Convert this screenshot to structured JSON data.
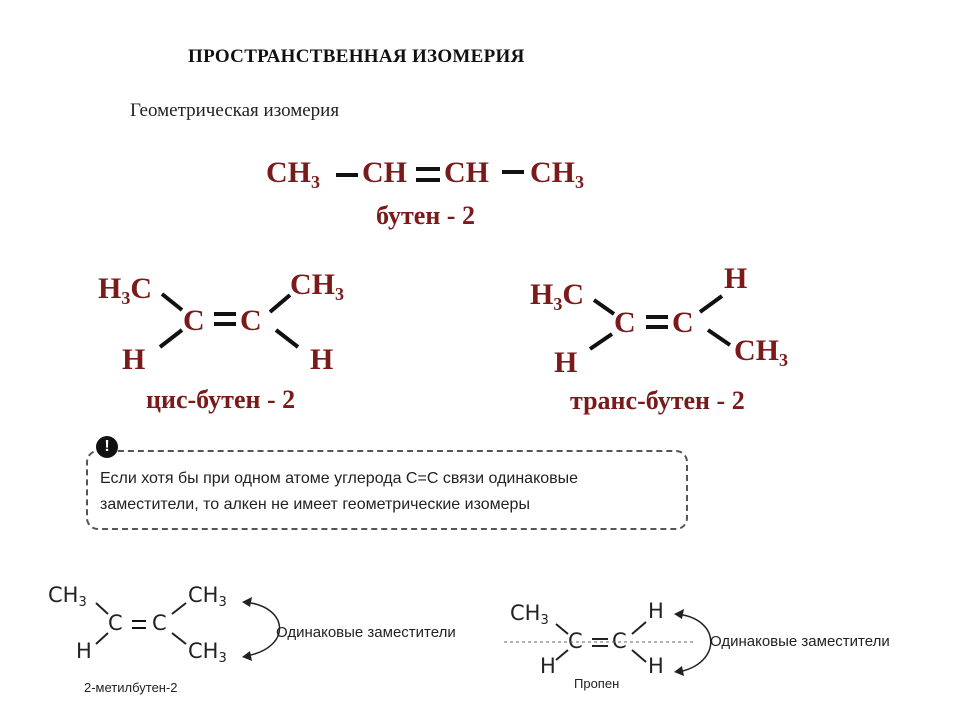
{
  "header": {
    "title": "ПРОСТРАНСТВЕННАЯ ИЗОМЕРИЯ",
    "subtitle": "Геометрическая изомерия"
  },
  "butene": {
    "ch3_left": "CH",
    "ch3_left_sub": "3",
    "ch_a": "CH",
    "ch_b": "CH",
    "ch3_right": "CH",
    "ch3_right_sub": "3",
    "name": "бутен - 2"
  },
  "cis": {
    "h3c_h": "H",
    "h3c_sub": "3",
    "h3c_c": "C",
    "ch3": "CH",
    "ch3_sub": "3",
    "c1": "C",
    "c2": "C",
    "h_left": "H",
    "h_right": "H",
    "name": "цис-бутен - 2"
  },
  "trans": {
    "h3c_h": "H",
    "h3c_sub": "3",
    "h3c_c": "C",
    "h_top": "H",
    "c1": "C",
    "c2": "C",
    "h_left": "H",
    "ch3": "CH",
    "ch3_sub": "3",
    "name": "транс-бутен - 2"
  },
  "note": {
    "icon": "!",
    "text": "Если хотя бы при одном атоме углерода С=С связи одинаковые заместители, то алкен не имеет геометрические изомеры"
  },
  "methylbutene": {
    "ch3_left": "CH",
    "ch3_left_sub": "3",
    "h_left": "H",
    "c1": "C",
    "c2": "C",
    "ch3_top": "CH",
    "ch3_top_sub": "3",
    "ch3_bottom": "CH",
    "ch3_bottom_sub": "3",
    "arrow_label": "Одинаковые заместители",
    "name": "2-метилбутен-2"
  },
  "propene": {
    "ch3_left": "CH",
    "ch3_left_sub": "3",
    "h_left": "H",
    "c1": "C",
    "c2": "C",
    "h_top": "H",
    "h_bottom": "H",
    "arrow_label": "Одинаковые заместители",
    "name": "Пропен"
  },
  "colors": {
    "formula": "#7a1a1a",
    "bond": "#111111",
    "text": "#222222"
  }
}
